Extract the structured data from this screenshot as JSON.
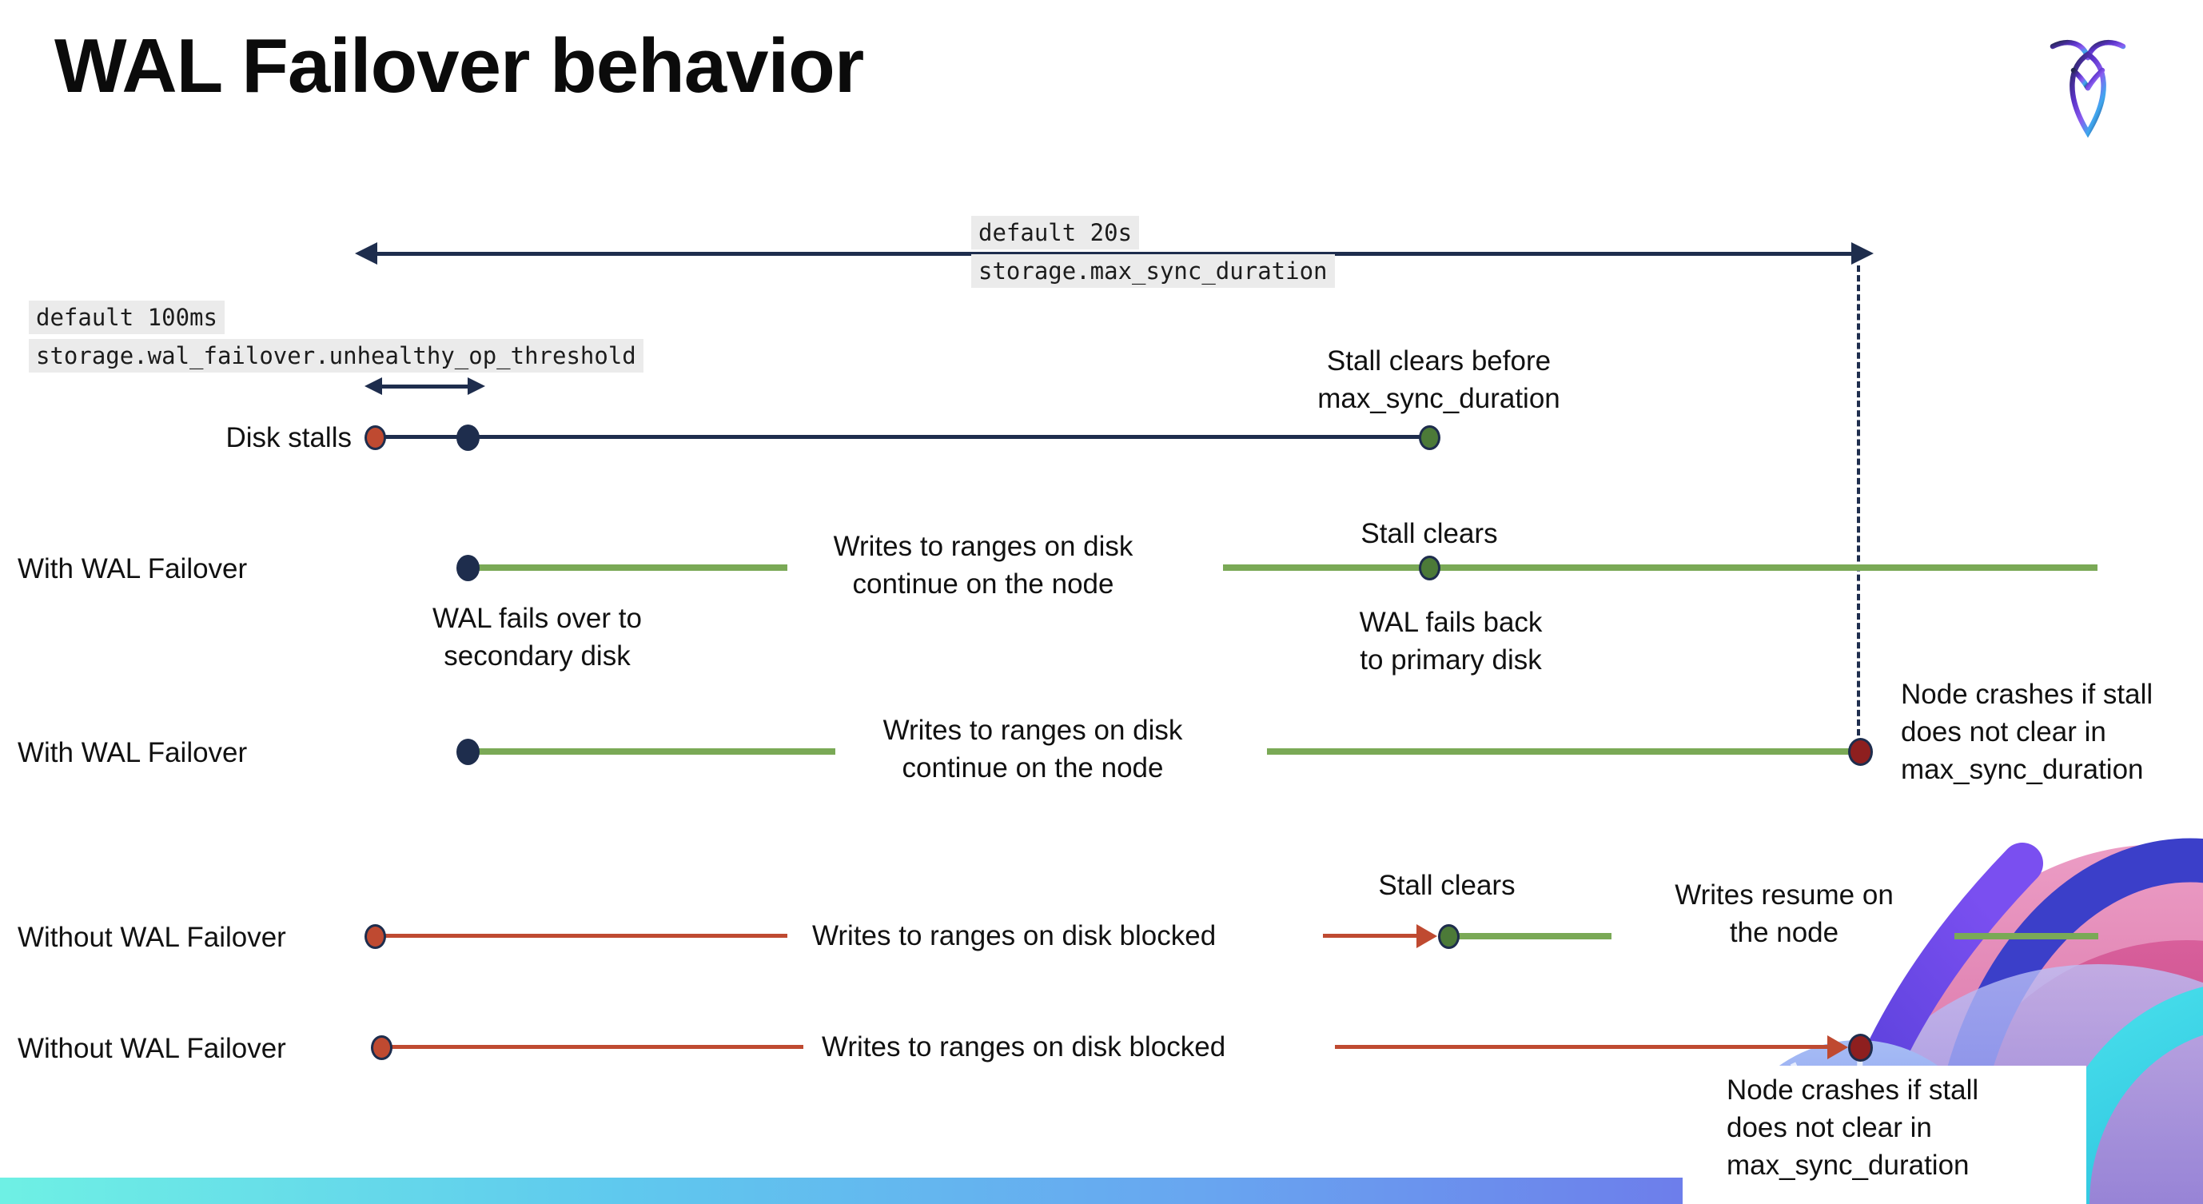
{
  "page": {
    "title": "WAL Failover behavior"
  },
  "logo": {
    "name": "cockroachdb-mark"
  },
  "colors": {
    "navy": "#1e2d4d",
    "green_line": "#7aa956",
    "green_dot": "#4c7a38",
    "red": "#bf4a31",
    "crash_red": "#8e1f1f",
    "code_bg": "#ebebeb",
    "bar_gradient": [
      "#6ef0e4",
      "#5fc9ee",
      "#68a5f0",
      "#7b5cf0"
    ]
  },
  "config": {
    "max_sync": {
      "default_label": "default 20s",
      "setting": "storage.max_sync_duration"
    },
    "unhealthy_op": {
      "default_label": "default 100ms",
      "setting": "storage.wal_failover.unhealthy_op_threshold"
    }
  },
  "rows": [
    {
      "label": "Disk stalls",
      "annotations": {
        "stall_clears": "Stall clears before\nmax_sync_duration"
      }
    },
    {
      "label": "With WAL Failover",
      "annotations": {
        "writes": "Writes to ranges on disk\ncontinue on the node",
        "stall_clears": "Stall clears",
        "failover": "WAL fails over to\nsecondary disk",
        "failback": "WAL fails  back\nto primary disk"
      }
    },
    {
      "label": "With WAL Failover",
      "annotations": {
        "writes": "Writes to ranges on disk\ncontinue on the node",
        "crash": "Node crashes if stall\ndoes not clear in\nmax_sync_duration"
      }
    },
    {
      "label": "Without WAL Failover",
      "annotations": {
        "writes": "Writes to ranges on disk  blocked",
        "stall_clears": "Stall clears",
        "resume": "Writes resume on\nthe node"
      }
    },
    {
      "label": "Without WAL Failover",
      "annotations": {
        "writes": "Writes to ranges on disk  blocked",
        "crash": "Node crashes if stall\ndoes not clear in\nmax_sync_duration"
      }
    }
  ]
}
